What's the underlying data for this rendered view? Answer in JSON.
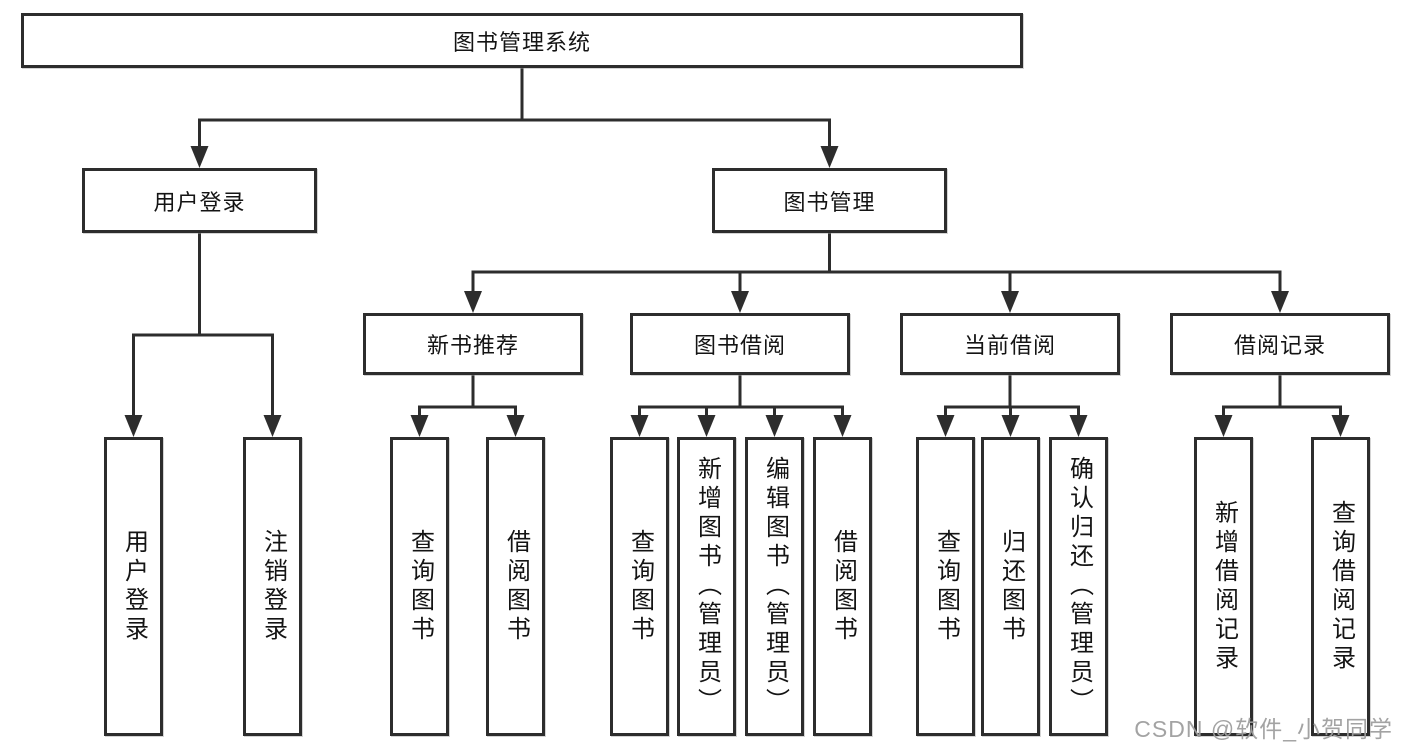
{
  "diagram": {
    "root": {
      "label": "图书管理系统"
    },
    "level2": {
      "user_login": {
        "label": "用户登录"
      },
      "book_management": {
        "label": "图书管理"
      }
    },
    "level3": {
      "new_book_recommend": {
        "label": "新书推荐"
      },
      "book_borrowing": {
        "label": "图书借阅"
      },
      "current_borrowing": {
        "label": "当前借阅"
      },
      "borrowing_records": {
        "label": "借阅记录"
      }
    },
    "leaves": {
      "user_login_group": [
        {
          "label": "用户登录"
        },
        {
          "label": "注销登录"
        }
      ],
      "new_book_group": [
        {
          "label": "查询图书"
        },
        {
          "label": "借阅图书"
        }
      ],
      "borrowing_group": [
        {
          "label": "查询图书"
        },
        {
          "label": "新增图书（管理员）"
        },
        {
          "label": "编辑图书（管理员）"
        },
        {
          "label": "借阅图书"
        }
      ],
      "current_group": [
        {
          "label": "查询图书"
        },
        {
          "label": "归还图书"
        },
        {
          "label": "确认归还（管理员）"
        }
      ],
      "records_group": [
        {
          "label": "新增借阅记录"
        },
        {
          "label": "查询借阅记录"
        }
      ]
    },
    "watermark": {
      "label": "CSDN @软件_小贺同学"
    }
  },
  "colors": {
    "line": "#2d2d2d",
    "text": "#141414",
    "background": "#ffffff",
    "watermark": "#9e9e9e"
  }
}
